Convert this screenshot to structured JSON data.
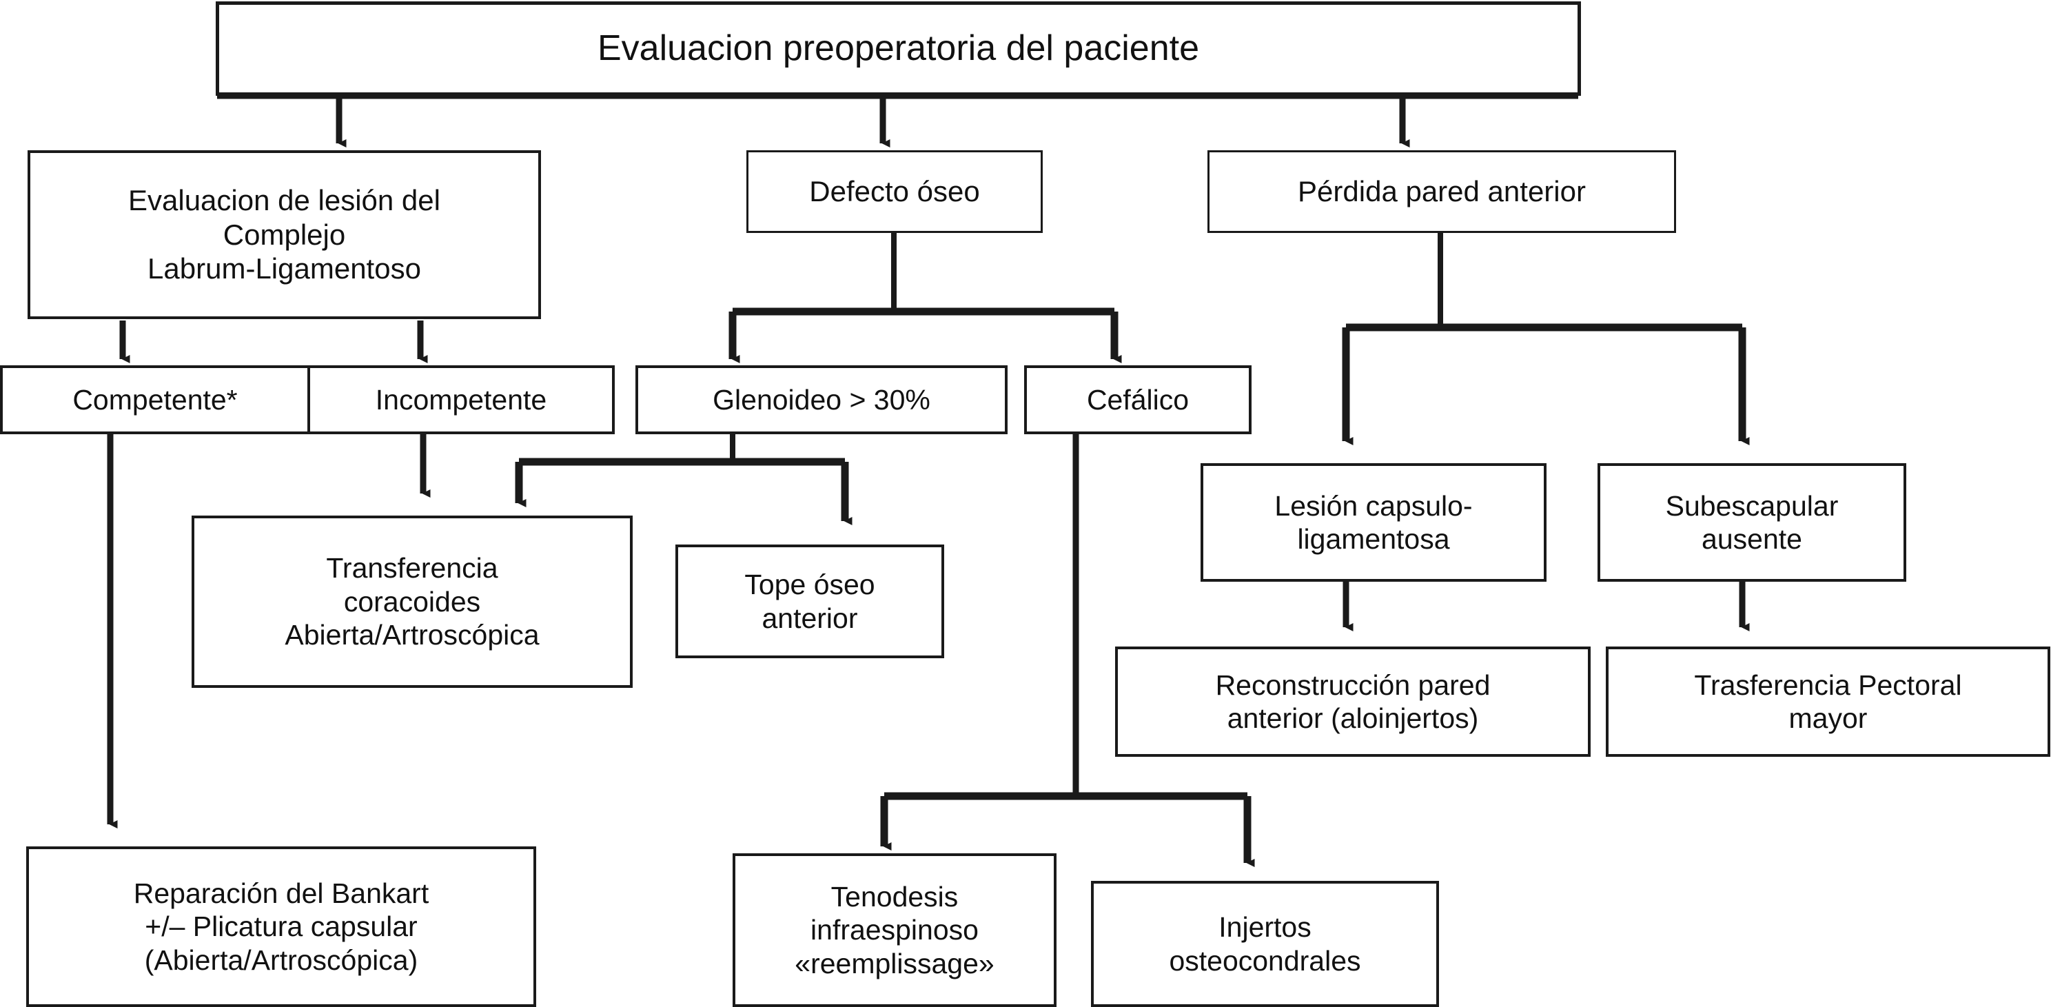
{
  "diagram": {
    "title": "Evaluacion preoperatoria del paciente",
    "language": "es",
    "background_color": "#ffffff",
    "line_color": "#1a1a1a",
    "text_color": "#111111",
    "nodes": {
      "root": "Evaluacion preoperatoria del paciente",
      "labrum_complex": "Evaluacion de lesión del\nComplejo\nLabrum-Ligamentoso",
      "bone_defect": "Defecto óseo",
      "anterior_wall_loss": "Pérdida pared anterior",
      "competent": "Competente*",
      "incompetent": "Incompetente",
      "glenoid_30": "Glenoideo > 30%",
      "cephalic": "Cefálico",
      "coracoid_transfer": "Transferencia\ncoracoides\nAbierta/Artroscópica",
      "bone_block": "Tope óseo\nanterior",
      "capsuloligamentous_lesion": "Lesión capsulo-\nligamentosa",
      "subscapularis_absent": "Subescapular\nausente",
      "anterior_wall_reconstruction": "Reconstrucción pared\nanterior (aloinjertos)",
      "pectoralis_transfer": "Trasferencia Pectoral\nmayor",
      "bankart_repair": "Reparación del Bankart\n+/– Plicatura capsular\n(Abierta/Artroscópica)",
      "infraspinatus_tenodesis": "Tenodesis\ninfraespinoso\n«reemplissage»",
      "osteochondral_grafts": "Injertos\nosteocondrales"
    },
    "edges": [
      {
        "from": "root",
        "to": "labrum_complex"
      },
      {
        "from": "root",
        "to": "bone_defect"
      },
      {
        "from": "root",
        "to": "anterior_wall_loss"
      },
      {
        "from": "labrum_complex",
        "to": "competent"
      },
      {
        "from": "labrum_complex",
        "to": "incompetent"
      },
      {
        "from": "bone_defect",
        "to": "glenoid_30"
      },
      {
        "from": "bone_defect",
        "to": "cephalic"
      },
      {
        "from": "anterior_wall_loss",
        "to": "capsuloligamentous_lesion"
      },
      {
        "from": "anterior_wall_loss",
        "to": "subscapularis_absent"
      },
      {
        "from": "competent",
        "to": "bankart_repair"
      },
      {
        "from": "incompetent",
        "to": "coracoid_transfer"
      },
      {
        "from": "glenoid_30",
        "to": "coracoid_transfer"
      },
      {
        "from": "glenoid_30",
        "to": "bone_block"
      },
      {
        "from": "cephalic",
        "to": "infraspinatus_tenodesis"
      },
      {
        "from": "cephalic",
        "to": "osteochondral_grafts"
      },
      {
        "from": "capsuloligamentous_lesion",
        "to": "anterior_wall_reconstruction"
      },
      {
        "from": "subscapularis_absent",
        "to": "pectoralis_transfer"
      }
    ],
    "footnote_marker": "*"
  }
}
